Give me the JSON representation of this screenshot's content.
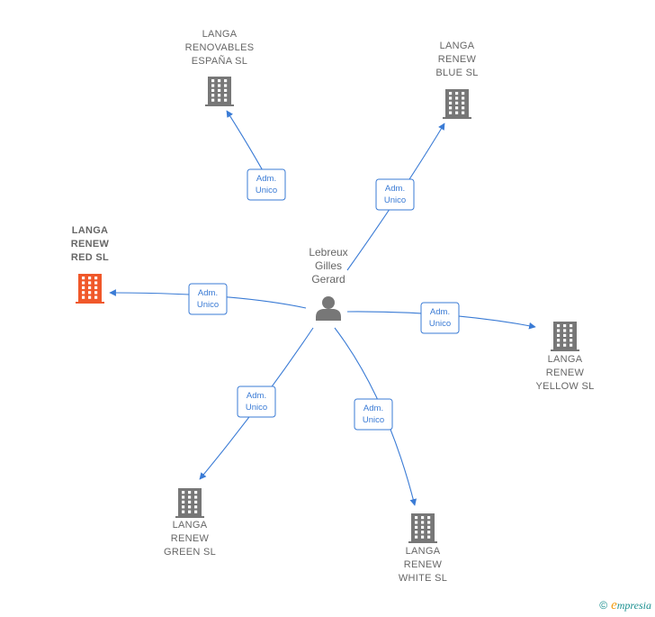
{
  "person": {
    "name_lines": [
      "Lebreux",
      "Gilles",
      "Gerard"
    ],
    "icon": "person-icon"
  },
  "companies": [
    {
      "id": "renovables-espana",
      "lines": [
        "LANGA",
        "RENOVABLES",
        "ESPAÑA  SL"
      ],
      "highlight": false,
      "icon": "building-icon",
      "role": [
        "Adm.",
        "Unico"
      ]
    },
    {
      "id": "blue",
      "lines": [
        "LANGA",
        "RENEW",
        "BLUE  SL"
      ],
      "highlight": false,
      "icon": "building-icon",
      "role": [
        "Adm.",
        "Unico"
      ]
    },
    {
      "id": "red",
      "lines": [
        "LANGA",
        "RENEW",
        "RED  SL"
      ],
      "highlight": true,
      "icon": "building-icon",
      "role": [
        "Adm.",
        "Unico"
      ]
    },
    {
      "id": "yellow",
      "lines": [
        "LANGA",
        "RENEW",
        "YELLOW  SL"
      ],
      "highlight": false,
      "icon": "building-icon",
      "role": [
        "Adm.",
        "Unico"
      ]
    },
    {
      "id": "green",
      "lines": [
        "LANGA",
        "RENEW",
        "GREEN  SL"
      ],
      "highlight": false,
      "icon": "building-icon",
      "role": [
        "Adm.",
        "Unico"
      ]
    },
    {
      "id": "white",
      "lines": [
        "LANGA",
        "RENEW",
        "WHITE  SL"
      ],
      "highlight": false,
      "icon": "building-icon",
      "role": [
        "Adm.",
        "Unico"
      ]
    }
  ],
  "colors": {
    "edge": "#3a7bd5",
    "building": "#777777",
    "building_highlight": "#f0582a",
    "person": "#777777"
  },
  "footer": {
    "copyright": "©",
    "brand_initial": "e",
    "brand_rest": "mpresia"
  }
}
